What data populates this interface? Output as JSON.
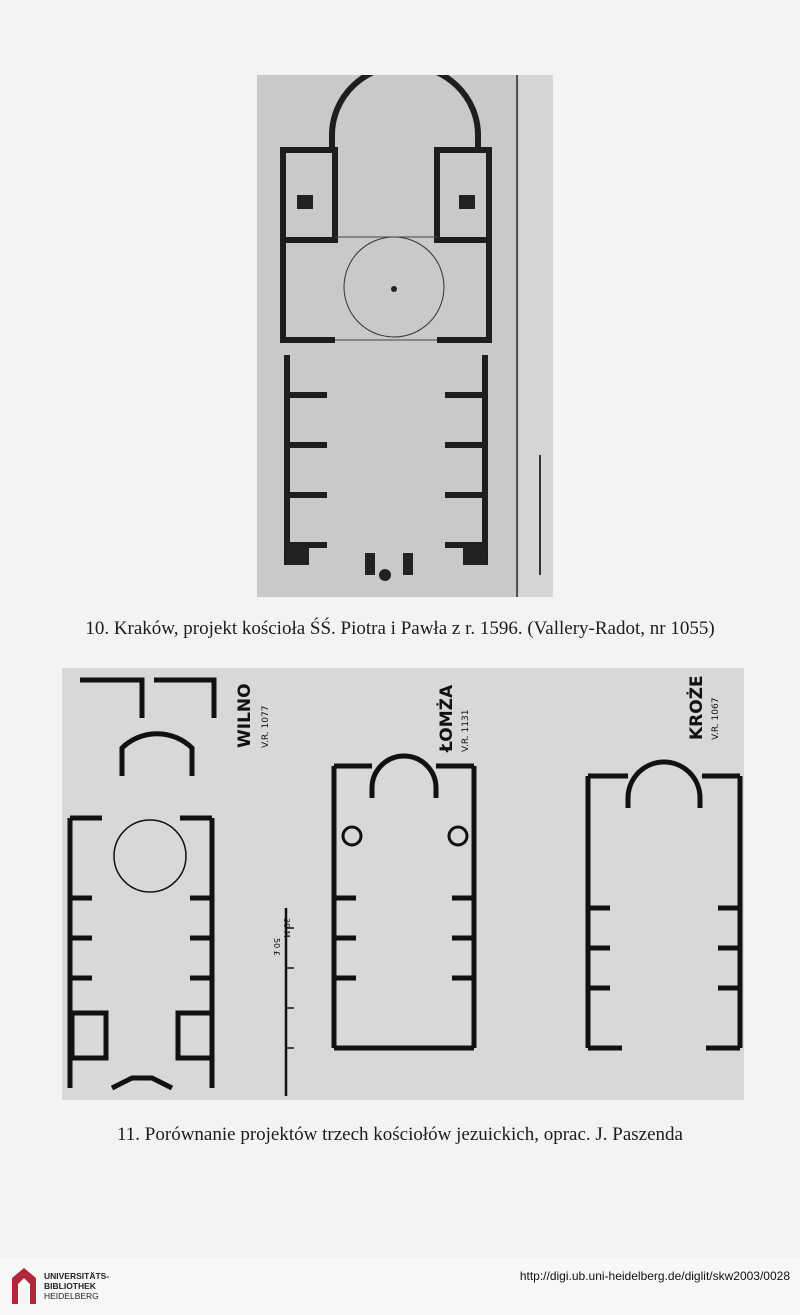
{
  "figure10": {
    "caption": "10. Kraków, projekt kościoła ŚŚ. Piotra i Pawła z r. 1596. (Vallery-Radot, nr 1055)"
  },
  "figure11": {
    "caption": "11. Porównanie projektów trzech kościołów jezuickich, oprac. J. Paszenda",
    "plans": [
      {
        "name": "WILNO",
        "ref": "V.R. 1077"
      },
      {
        "name": "ŁOMŻA",
        "ref": "V.R. 1131"
      },
      {
        "name": "KROŻE",
        "ref": "V.R. 1067"
      }
    ],
    "scale": {
      "label_top": "50 £",
      "label_bottom": "30 M"
    }
  },
  "footer": {
    "logo_line1": "UNIVERSITÄTS-",
    "logo_line2": "BIBLIOTHEK",
    "logo_line3": "HEIDELBERG",
    "url": "http://digi.ub.uni-heidelberg.de/diglit/skw2003/0028"
  }
}
